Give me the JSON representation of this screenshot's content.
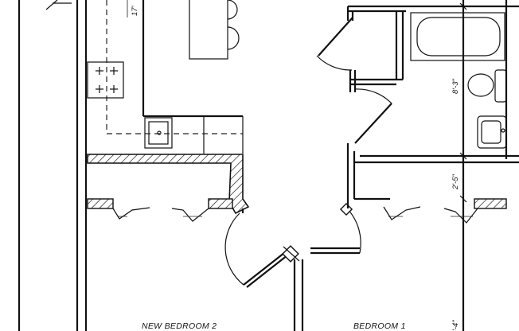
{
  "rooms": {
    "bedroom_2": "NEW BEDROOM 2",
    "bedroom_1": "BEDROOM 1"
  },
  "dimensions": {
    "dim_17": "17'",
    "dim_8_3": "8'-3\"",
    "dim_2_5": "2'-5\"",
    "dim_4": "'-4\""
  }
}
